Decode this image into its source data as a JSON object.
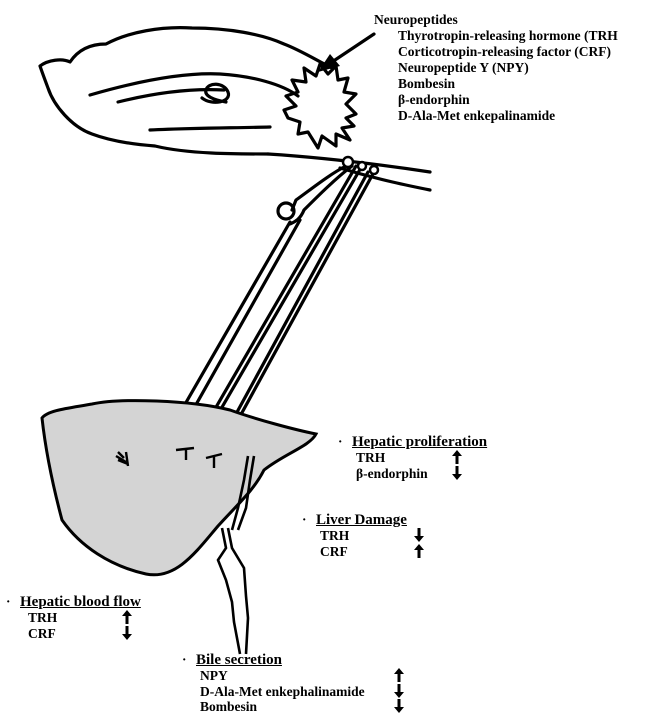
{
  "neuropeptides": {
    "title": "Neuropeptides",
    "items": [
      "Thyrotropin-releasing hormone (TRH",
      "Corticotropin-releasing factor (CRF)",
      "Neuropeptide Y (NPY)",
      "Bombesin",
      "β-endorphin",
      "D-Ala-Met enkepalinamide"
    ]
  },
  "bullet": "·",
  "effects": {
    "hepatic_proliferation": {
      "title": "Hepatic proliferation",
      "rows": [
        {
          "label": "TRH",
          "direction": "up"
        },
        {
          "label": "β-endorphin",
          "direction": "down"
        }
      ]
    },
    "liver_damage": {
      "title": "Liver Damage",
      "rows": [
        {
          "label": "TRH",
          "direction": "down"
        },
        {
          "label": "CRF",
          "direction": "up"
        }
      ]
    },
    "hepatic_blood_flow": {
      "title": "Hepatic blood flow",
      "rows": [
        {
          "label": "TRH",
          "direction": "up"
        },
        {
          "label": "CRF",
          "direction": "down"
        }
      ]
    },
    "bile_secretion": {
      "title": "Bile secretion",
      "rows": [
        {
          "label": "NPY",
          "direction": "up"
        },
        {
          "label": "D-Ala-Met enkephalinamide",
          "direction": "down"
        },
        {
          "label": "Bombesin",
          "direction": "down"
        }
      ]
    }
  },
  "colors": {
    "liver_fill": "#d4d4d4",
    "stroke": "#000000"
  }
}
